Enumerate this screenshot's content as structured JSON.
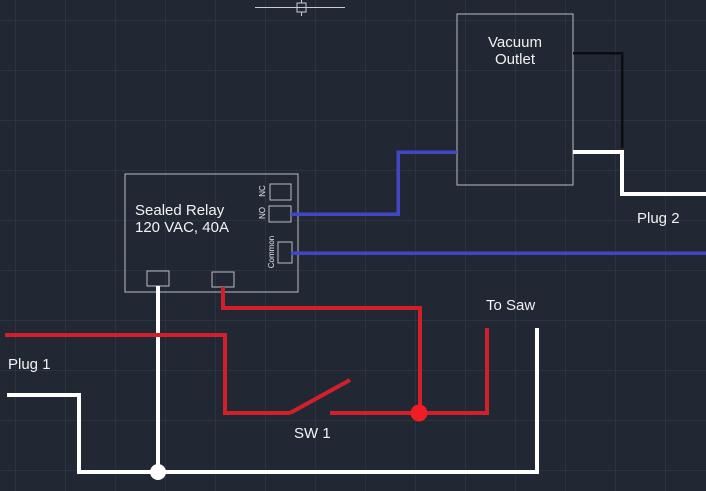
{
  "canvas": {
    "background": "#212834",
    "grid_color": "rgba(170,190,220,0.07)"
  },
  "colors": {
    "wire_red": "#d2202a",
    "wire_blue": "#4147c3",
    "wire_white": "#ffffff",
    "wire_black": "#0c0d10",
    "junction_red": "#ef1d24",
    "junction_white": "#ffffff",
    "outline": "#b9bdc2",
    "crosshair": "#c9cdd3",
    "text": "#f2f2f2"
  },
  "components": {
    "vacuum_outlet": {
      "title_line1": "Vacuum",
      "title_line2": "Outlet"
    },
    "sealed_relay": {
      "title_line1": "Sealed Relay",
      "title_line2": "120 VAC, 40A",
      "terminal_nc": "NC",
      "terminal_no": "NO",
      "terminal_common": "Common"
    },
    "switch": {
      "label": "SW 1"
    }
  },
  "labels": {
    "plug1": "Plug 1",
    "plug2": "Plug 2",
    "to_saw": "To Saw"
  }
}
